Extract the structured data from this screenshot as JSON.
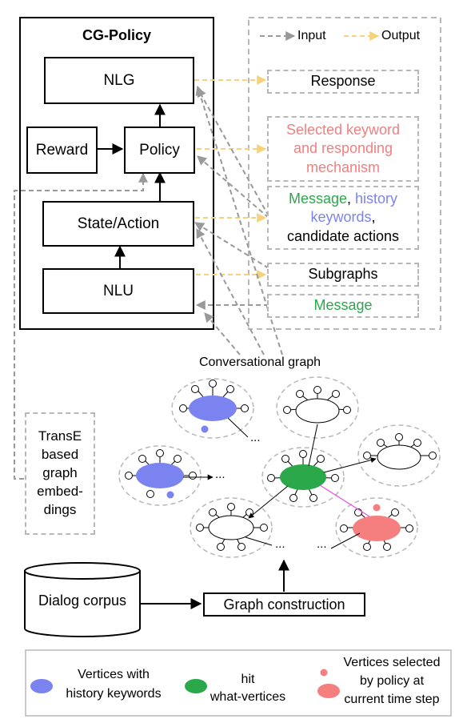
{
  "policy_title": "CG-Policy",
  "modules": {
    "nlg": "NLG",
    "reward": "Reward",
    "policy": "Policy",
    "state_action": "State/Action",
    "nlu": "NLU"
  },
  "legend_top": {
    "input": "Input",
    "output": "Output"
  },
  "io": {
    "response": "Response",
    "selected_line1": "Selected keyword",
    "selected_line2": "and responding",
    "selected_line3": "mechanism",
    "message": "Message",
    "comma": ",",
    "history": "history",
    "keywords": "keywords",
    "comma2": ",",
    "candidate": "candidate actions",
    "subgraphs": "Subgraphs",
    "message2": "Message"
  },
  "graph_title": "Conversational graph",
  "transe": [
    "TransE",
    "based",
    "graph",
    "embed-",
    "dings"
  ],
  "ellipsis": "...",
  "corpus": "Dialog corpus",
  "construction": "Graph construction",
  "legend_bottom": {
    "blue_line1": "Vertices with",
    "blue_line2": "history keywords",
    "green_line1": "hit",
    "green_line2": "what-vertices",
    "red_line1": "Vertices selected",
    "red_line2": "by policy at",
    "red_line3": "current time step"
  },
  "colors": {
    "history_blue": "#7b83f0",
    "hit_green": "#2aa84a",
    "selected_red": "#f57f7f",
    "input_gray": "#999999",
    "output_yellow": "#f8d27a",
    "magenta_link": "#e84ee8"
  }
}
